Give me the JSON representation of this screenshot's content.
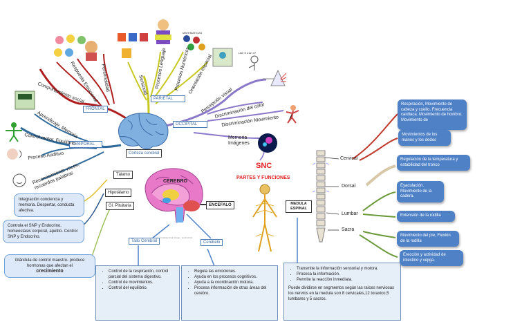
{
  "central": {
    "cortex_label": "Corteza cerebral",
    "cerebro_label": "CEREBRO",
    "encefalo_label": "ENCEFALO"
  },
  "lobes": {
    "frontal": "FRONTAL",
    "parietal": "PARIETAL",
    "occipital": "OCCIPITAL",
    "temporal": "TEMPORAL"
  },
  "frontal_branches": [
    "Comportamiento social",
    "Respuesta Emocional",
    "Personalidad"
  ],
  "parietal_branches": [
    "Sensorial",
    "Procesos Lenguaje",
    "Procesos Numéricos",
    "Orientación espacial"
  ],
  "occipital_branches": [
    "Percepción visual",
    "Discriminación del color",
    "Discriminación Movimiento",
    "Memoria Imágenes"
  ],
  "temporal_branches": [
    "Aprendizaje, Memoria",
    "Control motor, Equilibrio",
    "Proceso Auditivo",
    "Reconocimiento voces, recuerdos palabras"
  ],
  "pic_labels": {
    "math": "MATEMATICAS",
    "like": "Like 5 o an 4?"
  },
  "structures": {
    "talamo": "Tálamo",
    "hipotalamo": "Hipotálamo",
    "pituitaria": "Gl. Pituitaria",
    "tallo": "Tallo Cerebral",
    "cerebelo": "Cerebelo"
  },
  "left_cards": {
    "talamo": "Integración conciencia y memoria. Despertar, conducta afectiva.",
    "hipotalamo": "Controla el SNP y Endocrino, homeostasis corporal, apetito. Control SNP y Endocrino.",
    "pituitaria_line1": "Glándula de control maestro- produce hormonas que afectan el",
    "pituitaria_bold": "crecimiento"
  },
  "bottom_boxes": {
    "tallo_items": [
      "Control de la respiración, control parcial del sistema digestivo.",
      "Control de movimientos.",
      "Control del equilibrio."
    ],
    "cerebelo_items": [
      "Regula las emociones.",
      "Ayuda en los procesos cognitivos.",
      "Ayuda a la coordinación motora.",
      "Procesa información de otras áreas del cerebro."
    ],
    "medula_items": [
      "Transmite la información sensorial y motora.",
      "Procesa la información.",
      "Permite la reacción inmediata."
    ],
    "medula_note": "Puede dividirse en segmentos según las raíces nerviosas los nervios en la medula son 8 cervicales,12 toraxico,5 lumbares y 5 sacros."
  },
  "snc": {
    "title": "SNC",
    "subtitle": "PARTES Y FUNCIONES",
    "medula_label": "MEDULA ESPINAL"
  },
  "spine_regions": [
    "Cervical",
    "Dorsal",
    "Lumbar",
    "Sacra"
  ],
  "right_cards": [
    "Respiración, Movimiento de cabeza y cuello. Frecuencia cardiaca. Movimiento de hombro. Movimiento de",
    "Movimientos de los manos y los dedos",
    "Regulación de la temperatura y estabilidad del tronco",
    "Eyaculación. Movimiento de la cadera.",
    "Extensión de la rodilla",
    "Movimiento del pie, Flexión de la rodilla",
    "Erección y actividad de intestino y vejiga."
  ],
  "misc": {
    "image_caption": "Cutaway brain image - stock photo"
  },
  "colors": {
    "frontal": "#b01f1f",
    "parietal": "#c8c820",
    "occipital": "#8a78c8",
    "temporal": "#2f6a9a",
    "right_cervical": "#c0392b",
    "right_dorsal": "#d8c8a8",
    "right_lumbar": "#6a9a3a",
    "card_blue": "#4f81c7"
  }
}
